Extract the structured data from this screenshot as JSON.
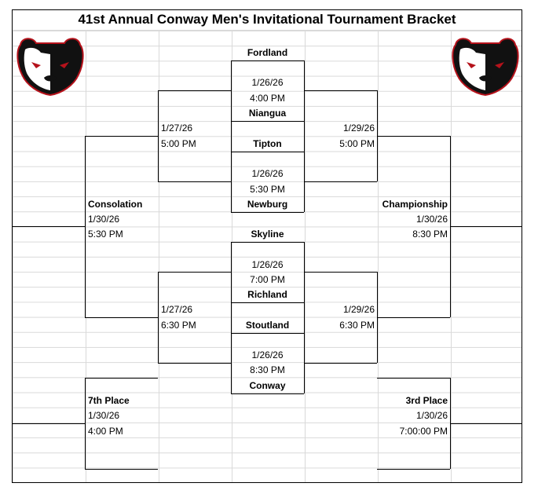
{
  "title": "41st Annual Conway Men's Invitational Tournament Bracket",
  "games": {
    "g1": {
      "team_top": "Fordland",
      "date": "1/26/26",
      "time": "4:00 PM",
      "team_bottom": "Niangua"
    },
    "g2": {
      "team_top": "Tipton",
      "date": "1/26/26",
      "time": "5:30 PM",
      "team_bottom": "Newburg"
    },
    "g3": {
      "team_top": "Skyline",
      "date": "1/26/26",
      "time": "7:00 PM",
      "team_bottom": "Richland"
    },
    "g4": {
      "team_top": "Stoutland",
      "date": "1/26/26",
      "time": "8:30 PM",
      "team_bottom": "Conway"
    }
  },
  "left_semis": [
    {
      "date": "1/27/26",
      "time": "5:00 PM"
    },
    {
      "date": "1/27/26",
      "time": "6:30 PM"
    }
  ],
  "right_semis": [
    {
      "date": "1/29/26",
      "time": "5:00 PM"
    },
    {
      "date": "1/29/26",
      "time": "6:30 PM"
    }
  ],
  "consolation": {
    "label": "Consolation",
    "date": "1/30/26",
    "time": "5:30 PM"
  },
  "championship": {
    "label": "Championship",
    "date": "1/30/26",
    "time": "8:30 PM"
  },
  "seventh": {
    "label": "7th Place",
    "date": "1/30/26",
    "time": "4:00 PM"
  },
  "third": {
    "label": "3rd Place",
    "date": "1/30/26",
    "time": "7:00:00 PM"
  },
  "logo_icon": "grizzly-bear-logo-icon",
  "colors": {
    "logo_accent": "#b5121b"
  }
}
